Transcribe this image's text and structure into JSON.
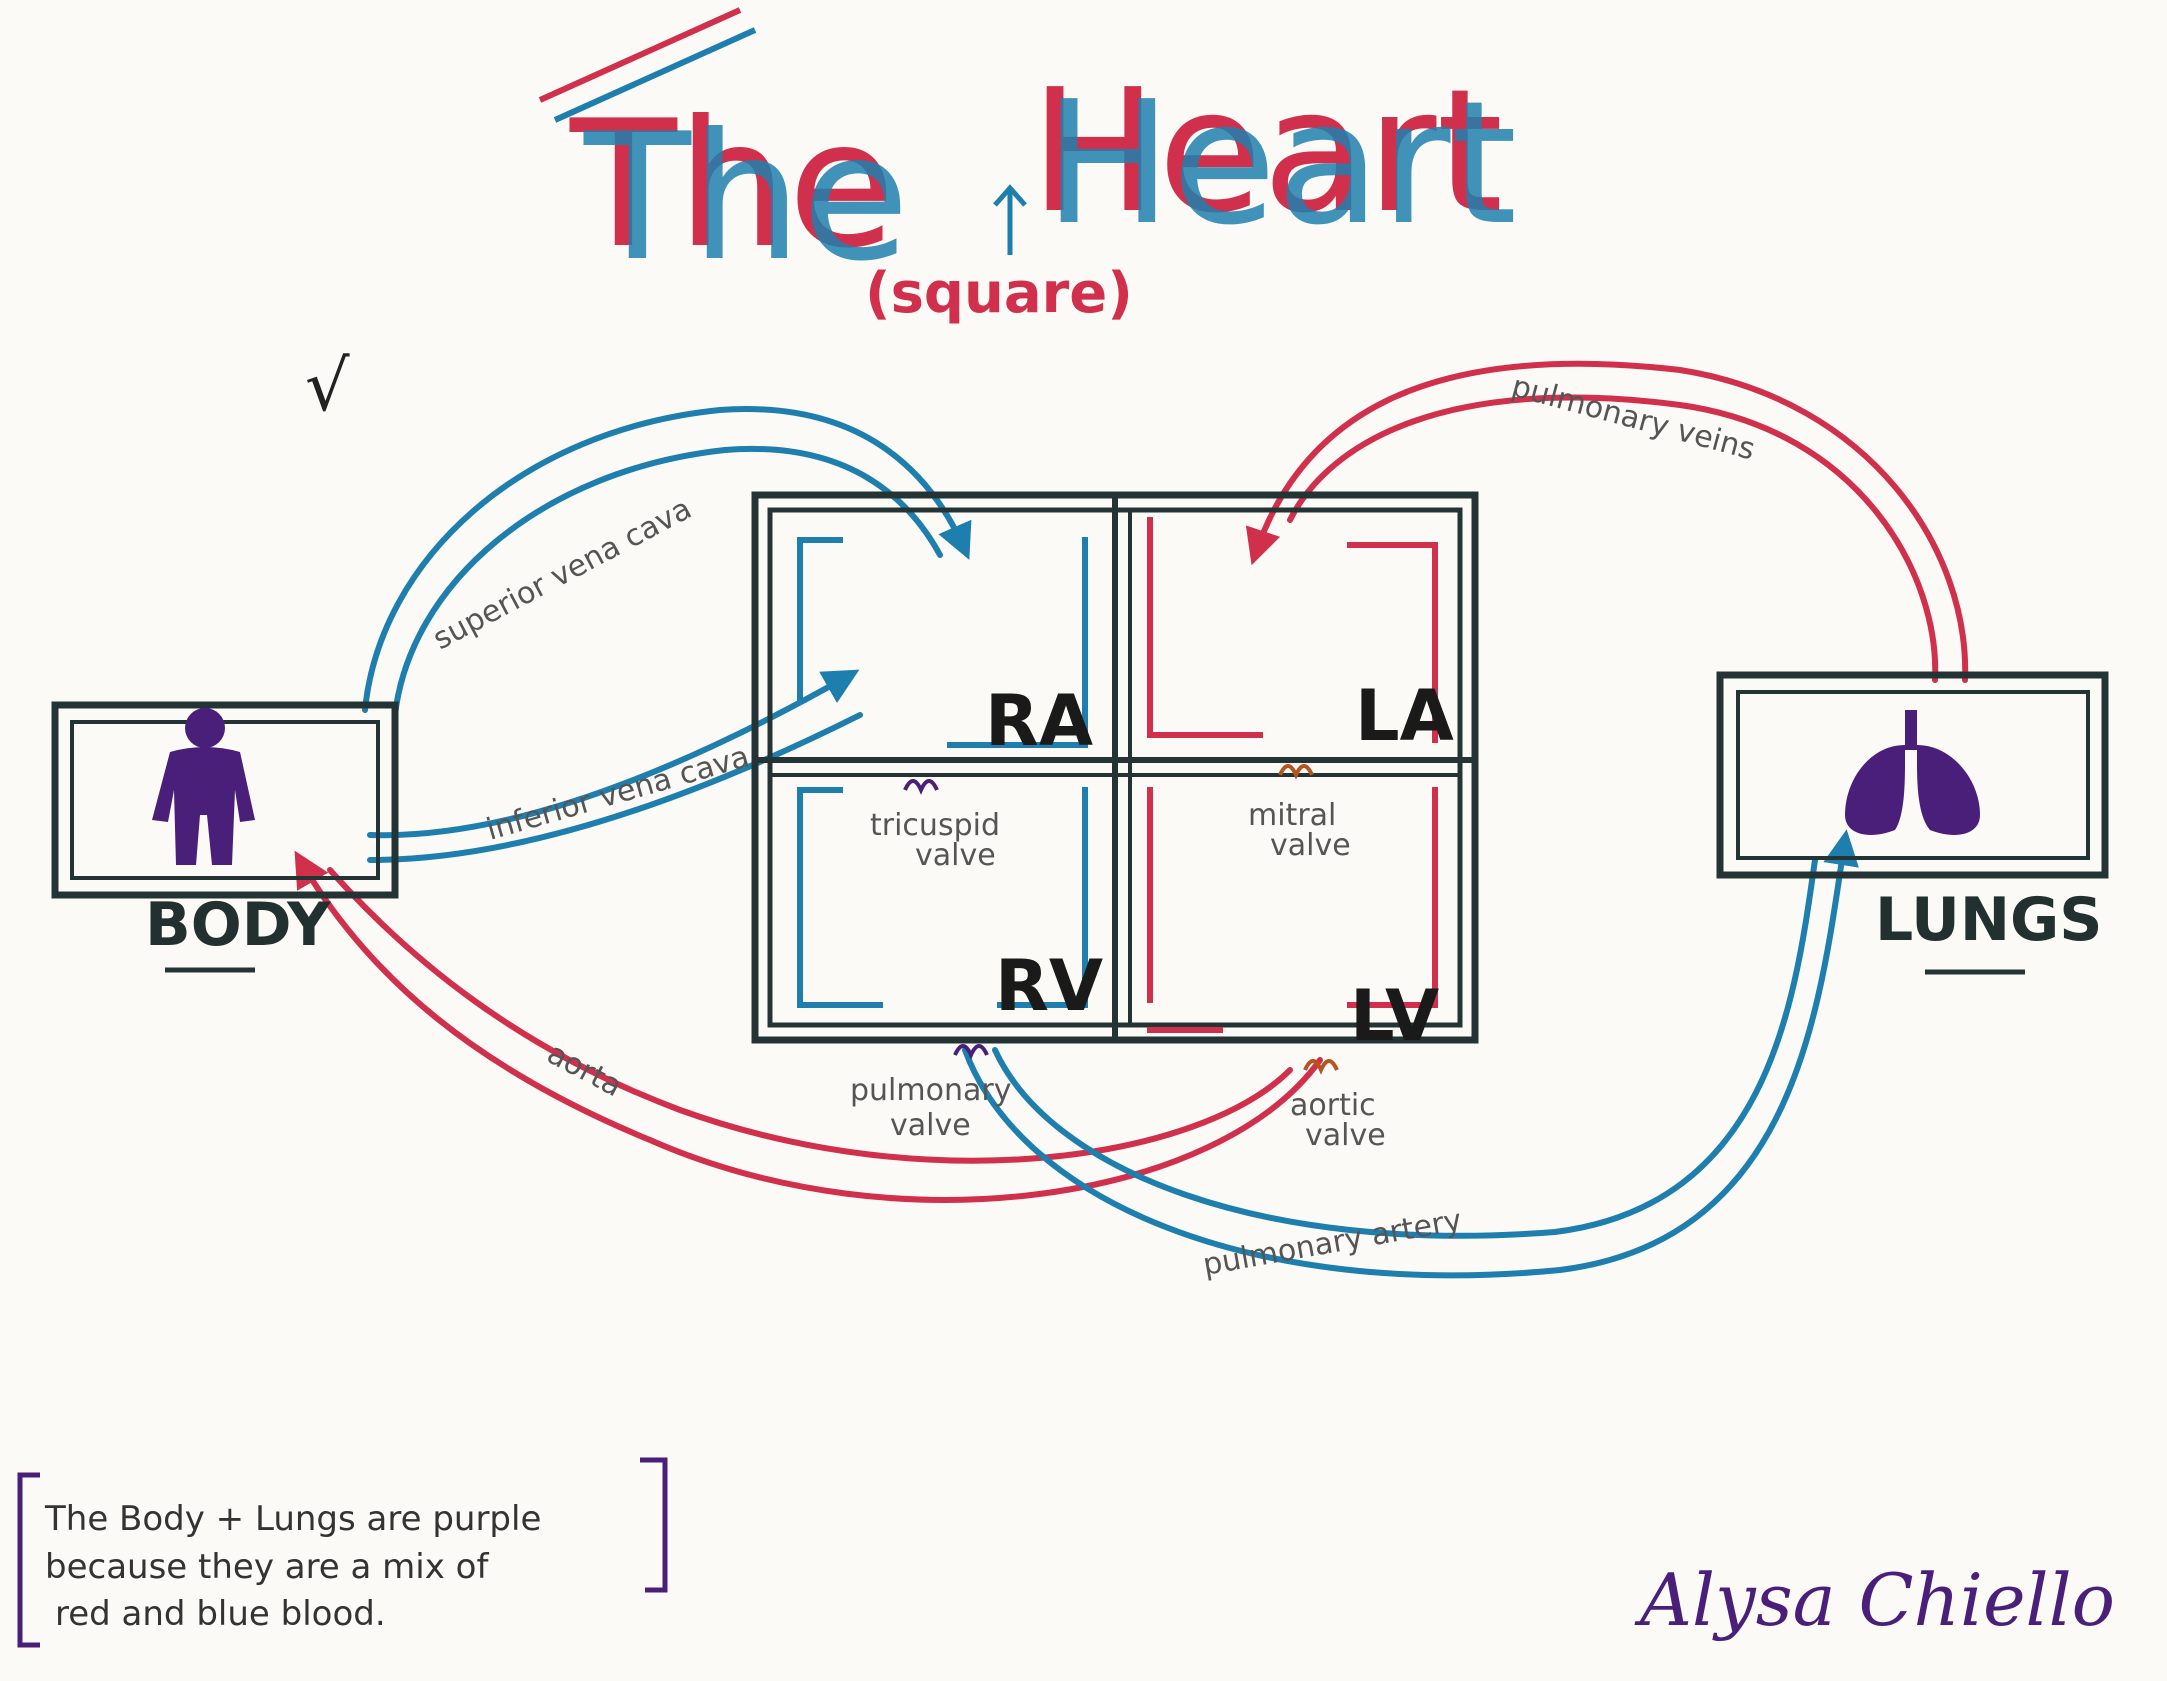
{
  "title": {
    "word1": "The",
    "word2": "Heart",
    "annotation": "(square)"
  },
  "check_mark": "√",
  "boxes": {
    "body": "BODY",
    "lungs": "LUNGS"
  },
  "chambers": {
    "ra": "RA",
    "la": "LA",
    "rv": "RV",
    "lv": "LV"
  },
  "vessels": {
    "superior_vena_cava": "superior vena cava",
    "inferior_vena_cava": "inferior vena cava",
    "pulmonary_veins": "pulmonary veins",
    "aorta": "aorta",
    "pulmonary_artery": "pulmonary artery"
  },
  "valves": {
    "tricuspid": [
      "tricuspid",
      "valve"
    ],
    "mitral": [
      "mitral",
      "valve"
    ],
    "pulmonary": [
      "pulmonary",
      "valve"
    ],
    "aortic": [
      "aortic",
      "valve"
    ]
  },
  "note": {
    "lines": [
      "The Body + Lungs are purple",
      "because they are a mix of",
      "red and blue blood."
    ]
  },
  "signature": "Alysa Chiello",
  "colors": {
    "red": "#d0304c",
    "blue": "#1e7fae",
    "outline": "#243434",
    "purple": "#4a1f7a",
    "valve": "#7a4a1a"
  }
}
